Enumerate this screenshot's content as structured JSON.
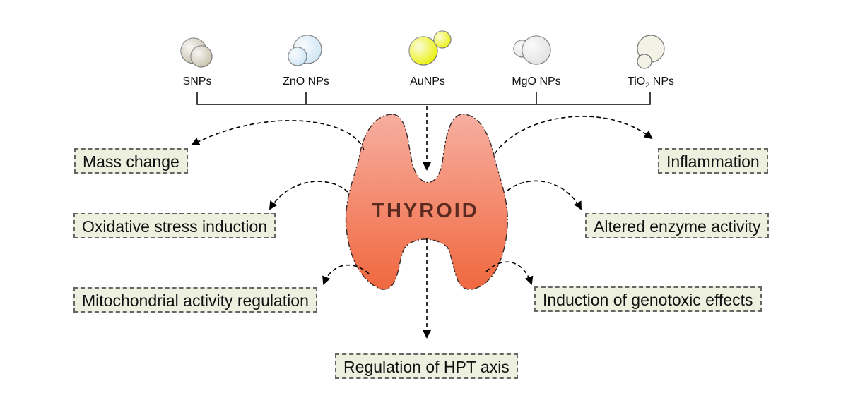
{
  "nanoparticles": [
    {
      "label": "SNPs",
      "sub": "",
      "suffix": "",
      "color": "#c9c2ae"
    },
    {
      "label": "ZnO NPs",
      "sub": "",
      "suffix": "",
      "color": "#cfe6f5"
    },
    {
      "label": "AuNPs",
      "sub": "",
      "suffix": "",
      "color": "#eaf00c"
    },
    {
      "label": "MgO NPs",
      "sub": "",
      "suffix": "",
      "color": "#e2e2e2"
    },
    {
      "label": "TiO",
      "sub": "2",
      "suffix": " NPs",
      "color": "#f2f2e6"
    }
  ],
  "organ": {
    "name": "THYROID",
    "color": "#f47a5c"
  },
  "effects": {
    "mass_change": "Mass change",
    "oxidative_stress": "Oxidative stress induction",
    "mitochondrial": "Mitochondrial activity regulation",
    "inflammation": "Inflammation",
    "enzyme": "Altered enzyme activity",
    "genotoxic": "Induction of genotoxic effects",
    "hpt_axis": "Regulation of HPT axis"
  },
  "colors": {
    "box_fill": "#eef0df",
    "box_border": "#666666"
  }
}
